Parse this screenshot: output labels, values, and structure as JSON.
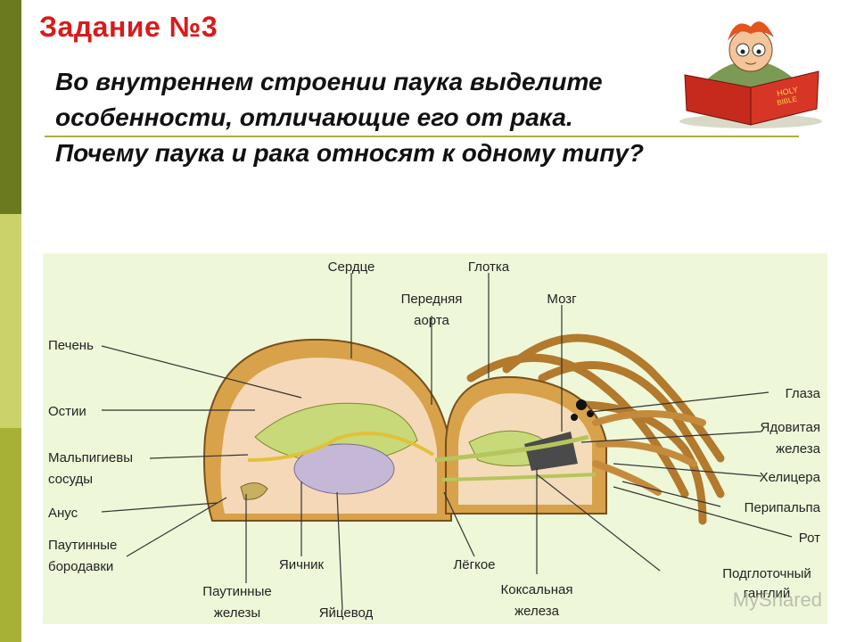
{
  "slide": {
    "title": "Задание №3",
    "question": "Во внутреннем строении паука выделите особенности, отличающие его от рака. Почему паука и рака относят к одному типу?"
  },
  "diagram": {
    "labels": {
      "heart": "Сердце",
      "pharynx": "Глотка",
      "front_aorta_1": "Передняя",
      "front_aorta_2": "аорта",
      "brain": "Мозг",
      "liver": "Печень",
      "ostia": "Остии",
      "malpighian_1": "Мальпигиевы",
      "malpighian_2": "сосуды",
      "anus": "Анус",
      "spinnerets_1": "Паутинные",
      "spinnerets_2": "бородавки",
      "silk_glands_1": "Паутинные",
      "silk_glands_2": "железы",
      "ovary": "Яичник",
      "oviduct": "Яйцевод",
      "lung": "Лёгкое",
      "coxal_gland_1": "Коксальная",
      "coxal_gland_2": "железа",
      "subpharyngeal_1": "Подглоточный",
      "subpharyngeal_2": "ганглий",
      "eyes": "Глаза",
      "venom_gland_1": "Ядовитая",
      "venom_gland_2": "железа",
      "chelicera": "Хелицера",
      "pedipalp": "Перипальпа",
      "mouth": "Рот"
    },
    "watermark": "MyShared"
  },
  "colors": {
    "title": "#d81b1b",
    "bar_dark": "#6b7a1e",
    "bar_light": "#c9d36a",
    "bar_mid": "#a7b135",
    "diagram_bg": "#eef8d8",
    "rule": "#b1ad3c"
  }
}
